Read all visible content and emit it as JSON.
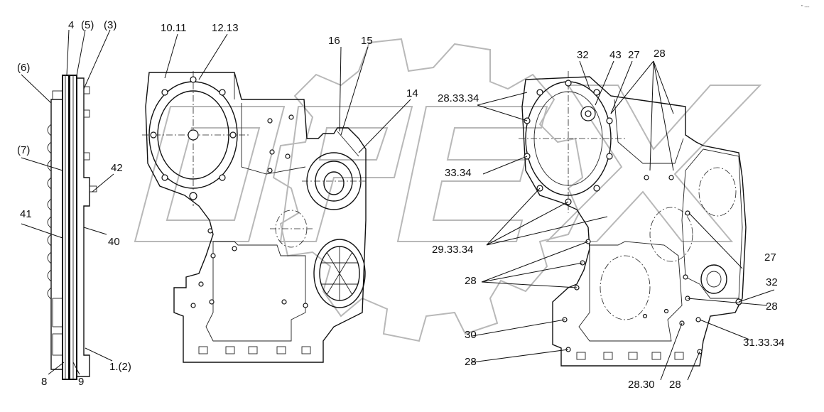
{
  "diagram": {
    "watermark": {
      "text": "OPEX",
      "icon": "gear-icon"
    },
    "corner_mark": "\" ---",
    "callouts": {
      "left_view": [
        "4",
        "(5)",
        "(3)",
        "(6)",
        "(7)",
        "42",
        "41",
        "40",
        "8",
        "9",
        "1.(2)"
      ],
      "middle_view": [
        "10.11",
        "12.13",
        "16",
        "15",
        "14"
      ],
      "right_view": [
        "32",
        "43",
        "27",
        "28",
        "28.33.34",
        "33.34",
        "29.33.34",
        "28",
        "27",
        "32",
        "28",
        "30",
        "28",
        "31.33.34",
        "28.30",
        "28"
      ]
    }
  }
}
